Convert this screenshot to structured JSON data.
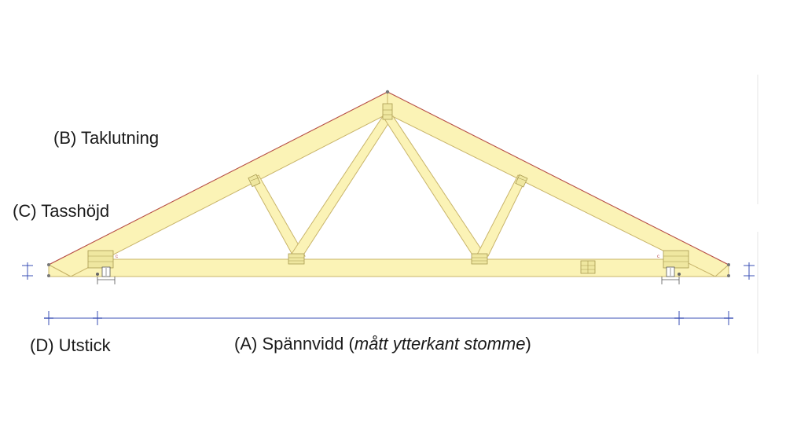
{
  "labels": {
    "taklutning": "(B) Taklutning",
    "tasshojd": "(C) Tasshöjd",
    "utstick": "(D) Utstick",
    "spannvidd_prefix": "(A) Spännvidd (",
    "spannvidd_italic": "mått ytterkant stomme",
    "spannvidd_suffix": ")"
  },
  "colors": {
    "timber_fill": "#fbf3b6",
    "timber_outline": "#c8b46a",
    "top_chord_line": "#b84a4a",
    "dimension_line": "#3a4fb5",
    "connector_plate": "#d9d27a"
  }
}
